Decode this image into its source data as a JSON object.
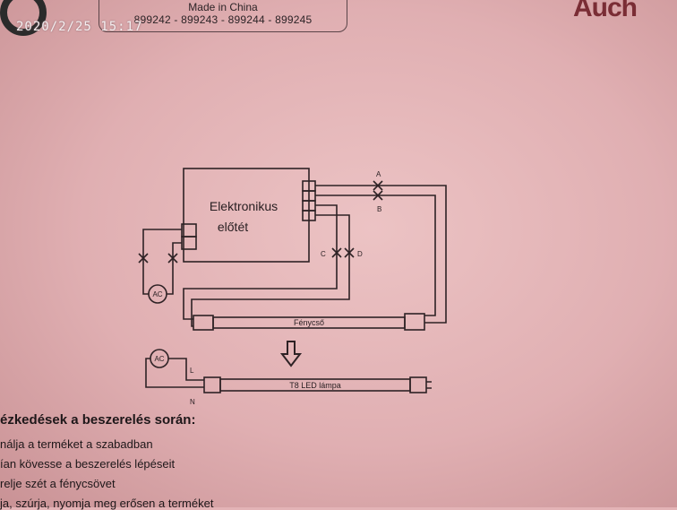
{
  "header": {
    "made_in": "Made in China",
    "codes": "899242 - 899243 - 899244 - 899245",
    "timestamp": "2020/2/25 15:17",
    "brand": "Auch"
  },
  "diagram": {
    "ballast_line1": "Elektronikus",
    "ballast_line2": "előtét",
    "terminal_a": "A",
    "terminal_b": "B",
    "terminal_c": "C",
    "terminal_d": "D",
    "ac_top": "AC",
    "ac_bottom": "AC",
    "tube_label": "Fénycső",
    "led_label": "T8 LED lámpa",
    "wire_l": "L",
    "wire_n": "N"
  },
  "text": {
    "heading": "ézkedések a beszerelés során:",
    "line1": "nálja a terméket a szabadban",
    "line2": "ían kövesse a beszerelés lépéseit",
    "line3": "relje szét a fénycsövet",
    "line4": "ja, szúrja, nyomja meg erősen a terméket"
  }
}
